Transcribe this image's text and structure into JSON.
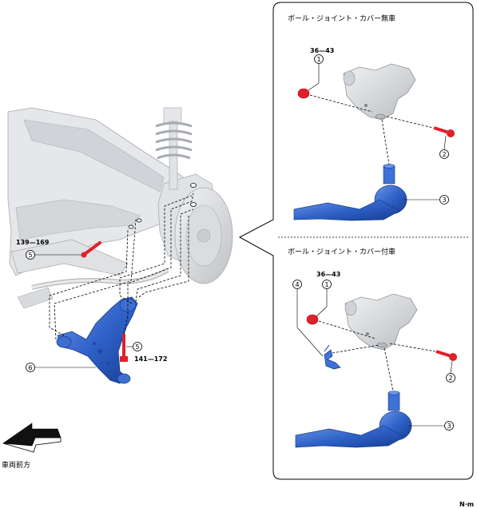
{
  "panel_top": {
    "title": "ボール・ジョイント・カバー無車"
  },
  "panel_bottom": {
    "title": "ボール・ジョイント・カバー付車"
  },
  "torques": {
    "top_nut": "36—43",
    "bottom_nut": "36—43",
    "front_bolt": "139—169",
    "rear_bolt": "141—172"
  },
  "callouts": {
    "n1": "1",
    "n2": "2",
    "n3": "3",
    "n4": "4",
    "n5": "5",
    "n6": "6"
  },
  "direction_label": "車両前方",
  "unit_label": "N·m",
  "colors": {
    "arm_blue": "#2f62c8",
    "bolt_red": "#e0202a",
    "subframe_gray": "#d7d9dc"
  }
}
